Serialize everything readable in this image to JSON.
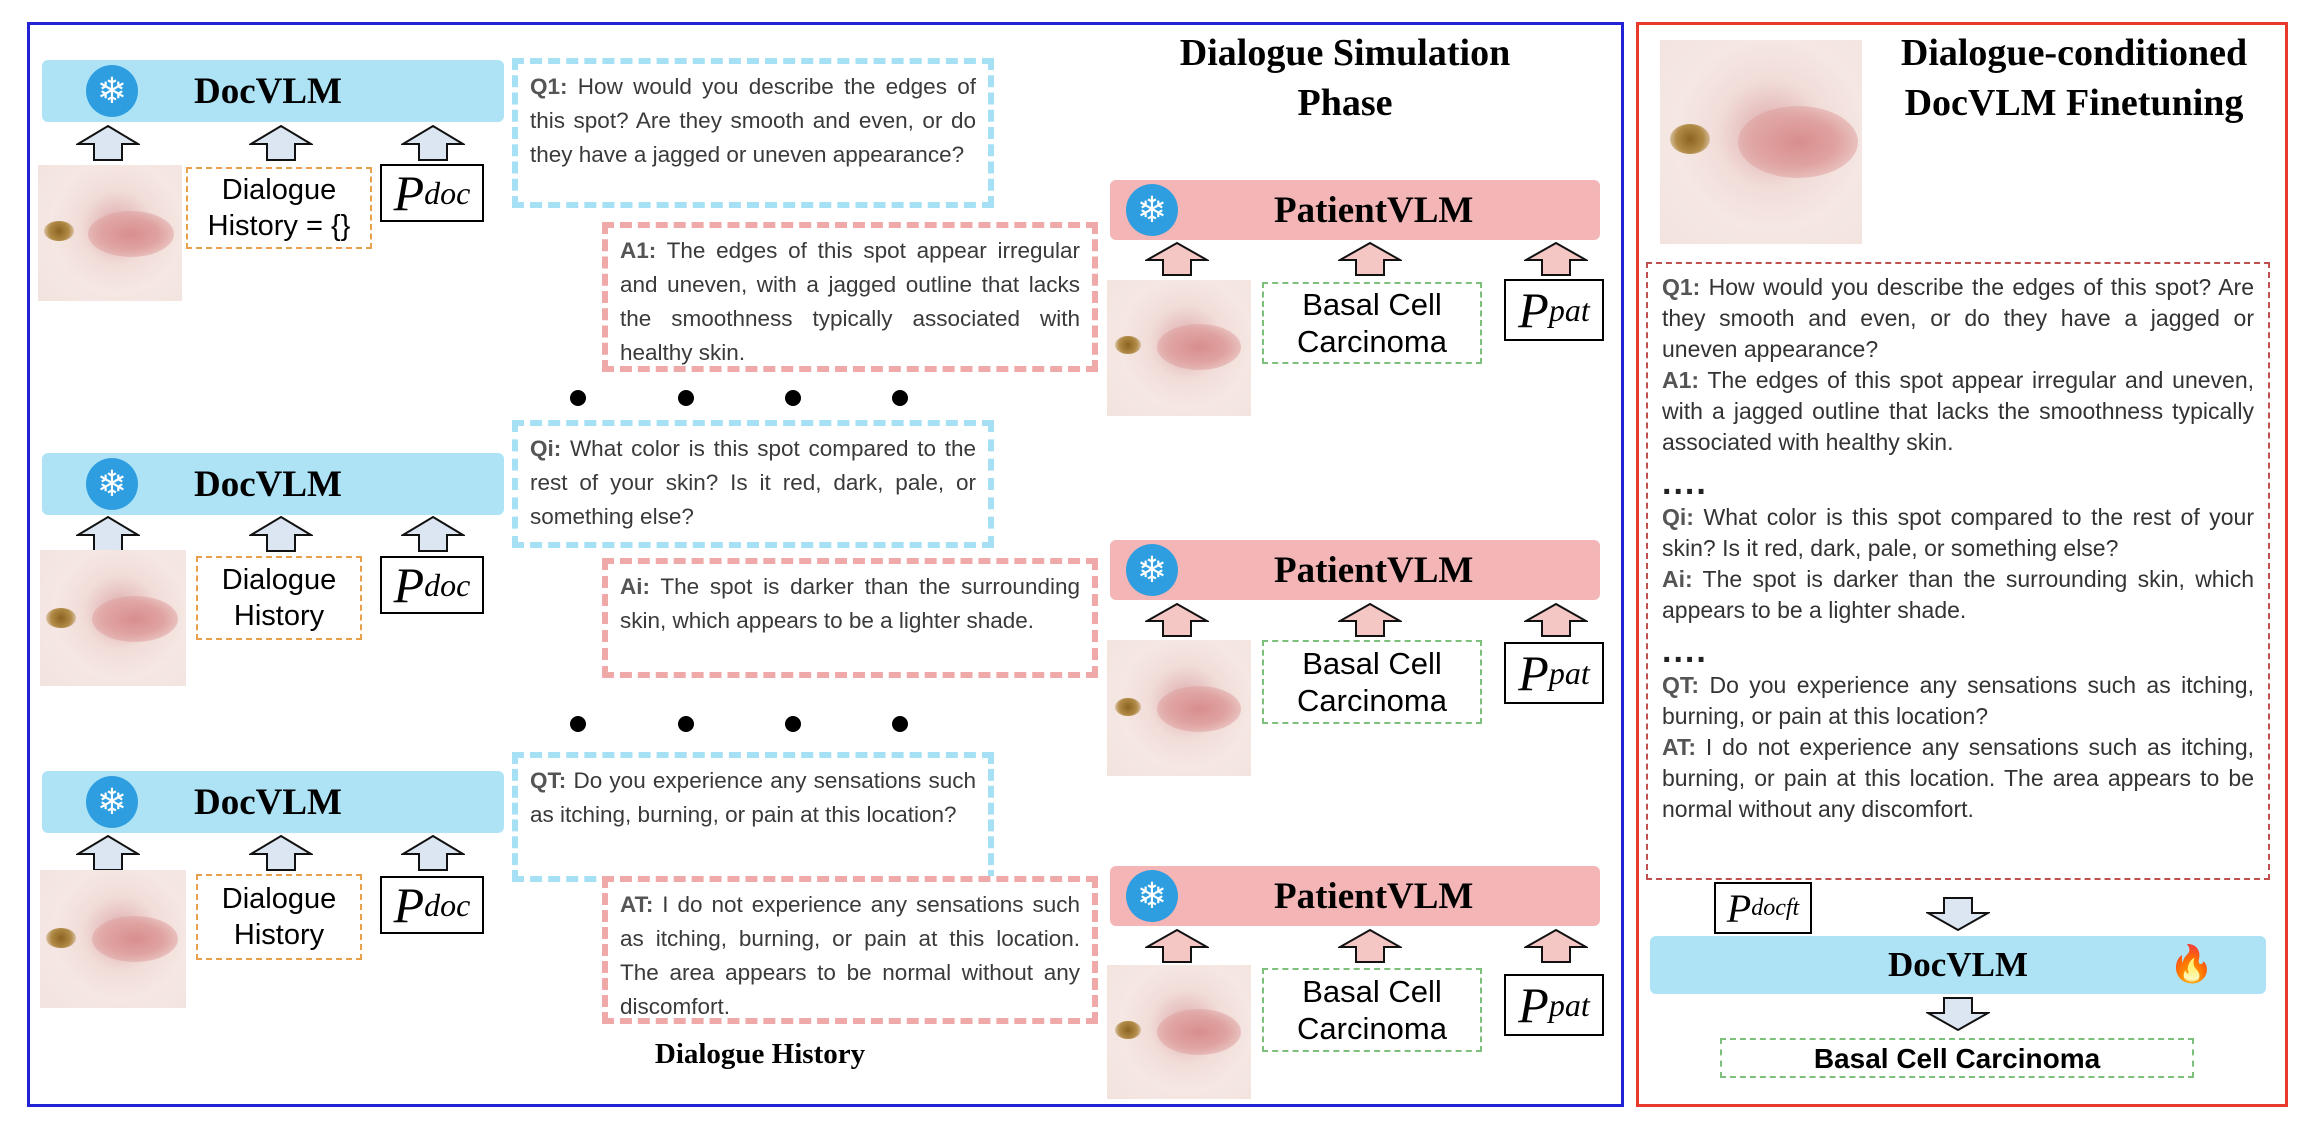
{
  "colors": {
    "left_border": "#2323d6",
    "right_border": "#e8392d",
    "doc_bar": "#aee3f6",
    "patient_bar": "#f3b5b5",
    "snowflake": "#2f9ee0",
    "arrow_up_doc": "#dbe6f2",
    "arrow_up_pat": "#f4c7c5"
  },
  "left_panel": {
    "title_line1": "Dialogue Simulation",
    "title_line2": "Phase",
    "doc_label": "DocVLM",
    "patient_label": "PatientVLM",
    "history_empty": [
      "Dialogue",
      "History = {}"
    ],
    "history": [
      "Dialogue",
      "History"
    ],
    "diagnosis": [
      "Basal Cell",
      "Carcinoma"
    ],
    "p_doc": {
      "base": "P",
      "sub": "doc"
    },
    "p_pat": {
      "base": "P",
      "sub": "pat"
    },
    "footer": "Dialogue History",
    "turns": [
      {
        "q_tag": "Q1:",
        "q_text": " How would you describe the edges of this spot? Are they smooth and even, or do they have a jagged or uneven appearance?",
        "a_tag": "A1:",
        "a_text": " The edges of this spot appear irregular and uneven, with a jagged outline that lacks the smoothness typically associated with healthy skin."
      },
      {
        "q_tag": "Qi:",
        "q_text": " What color is this spot compared to the rest of your skin? Is it red, dark, pale, or something else?",
        "a_tag": "Ai:",
        "a_text": " The spot is darker than the surrounding skin, which appears to be a lighter shade."
      },
      {
        "q_tag": "QT:",
        "q_text": " Do you experience any sensations such as itching, burning, or pain at this location?",
        "a_tag": "AT:",
        "a_text": " I do not experience any sensations such as itching, burning, or pain at this location. The area appears to be normal without any discomfort."
      }
    ]
  },
  "right_panel": {
    "title_line1": "Dialogue-conditioned",
    "title_line2": "DocVLM Finetuning",
    "separator": "....",
    "dialogue": [
      {
        "tag": "Q1:",
        "text": " How would you describe the edges of this spot? Are they smooth and even, or do they have a jagged or uneven appearance?"
      },
      {
        "tag": "A1:",
        "text": " The edges of this spot appear irregular and uneven, with a jagged outline that lacks the smoothness typically associated with healthy skin."
      },
      {
        "tag": "Qi:",
        "text": " What color is this spot compared to the rest of your skin? Is it red, dark, pale, or something else?"
      },
      {
        "tag": "Ai:",
        "text": " The spot is darker than the surrounding skin, which appears to be a lighter shade."
      },
      {
        "tag": "QT:",
        "text": " Do you experience any sensations such as itching, burning, or pain at this location?"
      },
      {
        "tag": "AT:",
        "text": " I do not experience any sensations such as itching, burning, or pain at this location. The area appears to be normal without any discomfort."
      }
    ],
    "p_docft": {
      "base": "P",
      "sub": "docft"
    },
    "doc_label": "DocVLM",
    "output": "Basal Cell Carcinoma",
    "icons": {
      "trainable": "fire-icon",
      "frozen": "snowflake-icon"
    }
  }
}
